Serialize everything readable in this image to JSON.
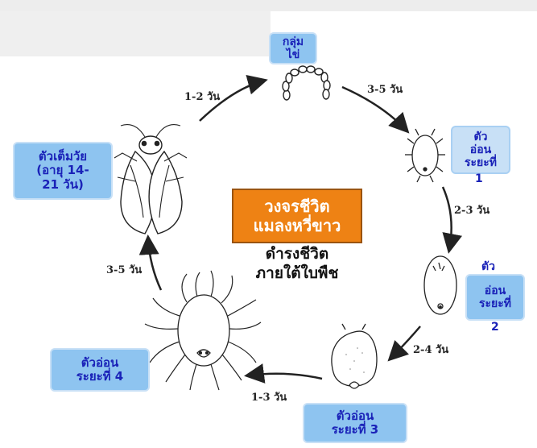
{
  "center": {
    "title_line1": "วงจรชีวิต",
    "title_line2": "แมลงหวี่ขาว",
    "subtitle_line1": "ดำรงชีวิต",
    "subtitle_line2": "ภายใต้ใบพืช"
  },
  "stages": {
    "egg": {
      "line1": "กลุ่ม",
      "line2": "ไข่"
    },
    "nymph1": {
      "line1": "ตัว",
      "line2": "อ่อน",
      "line3": "ระยะที่",
      "line4": "1"
    },
    "nymph2": {
      "line1": "ตัว",
      "line2": "อ่อน",
      "line3": "ระยะที่",
      "line4": "2"
    },
    "nymph3": {
      "line1": "ตัวอ่อน",
      "line2": "ระยะที่ 3"
    },
    "nymph4": {
      "line1": "ตัวอ่อน",
      "line2": "ระยะที่ 4"
    },
    "adult": {
      "line1": "ตัวเต็มวัย",
      "line2": "(อายุ 14-",
      "line3": "21 วัน)"
    }
  },
  "durations": {
    "adult_to_egg": "1-2 วัน",
    "egg_to_n1": "3-5 วัน",
    "n1_to_n2": "2-3 วัน",
    "n2_to_n3": "2-4 วัน",
    "n3_to_n4": "1-3 วัน",
    "n4_to_adult": "3-5 วัน"
  },
  "colors": {
    "stage_box": "#8ec4f0",
    "stage_text": "#1a22b8",
    "title_box": "#ee8214",
    "arrow": "#222222"
  }
}
